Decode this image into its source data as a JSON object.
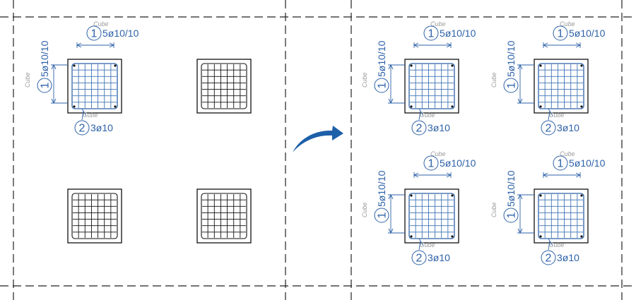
{
  "colors": {
    "annotation": "#2e62a8",
    "rebar_selected": "#3f74b5",
    "rebar_default": "#111111",
    "arrow": "#1d5fa8",
    "cube_label": "#9a9a9a"
  },
  "icons": {
    "transition": "curved-arrow-icon"
  },
  "annotations": {
    "top_bar": {
      "number": "1",
      "text": "5ø10/10",
      "family": "Cube"
    },
    "side_bar": {
      "number": "1",
      "text": "5ø10/10",
      "family": "Cube"
    },
    "corner_bar": {
      "number": "2",
      "text": "3ø10",
      "family": "Cube"
    }
  },
  "before_panel": {
    "columns": [
      {
        "name": "column-top-left",
        "annotated": true
      },
      {
        "name": "column-top-right",
        "annotated": false
      },
      {
        "name": "column-bottom-left",
        "annotated": false
      },
      {
        "name": "column-bottom-right",
        "annotated": false
      }
    ]
  },
  "after_panel": {
    "columns": [
      {
        "name": "column-top-left",
        "annotated": true
      },
      {
        "name": "column-top-right",
        "annotated": true
      },
      {
        "name": "column-bottom-left",
        "annotated": true
      },
      {
        "name": "column-bottom-right",
        "annotated": true
      }
    ]
  }
}
